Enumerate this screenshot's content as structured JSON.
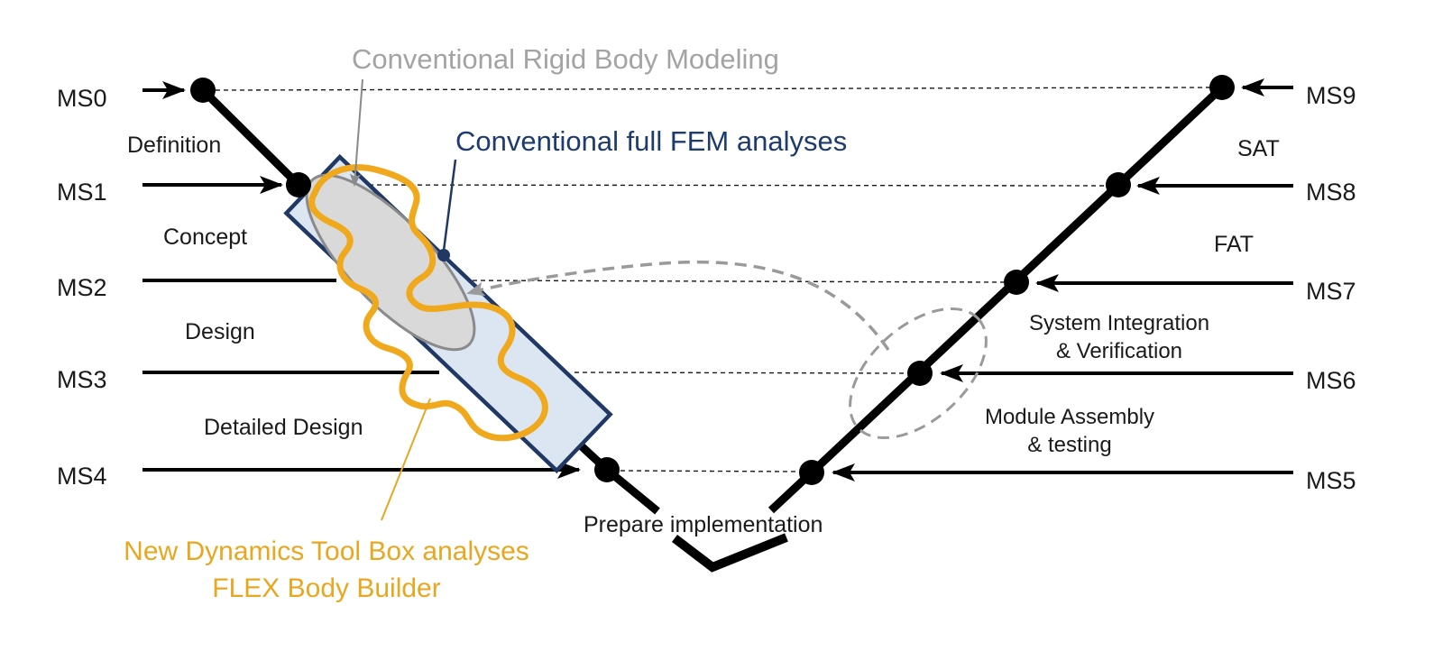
{
  "titles": {
    "rigid_body": "Conventional Rigid Body Modeling",
    "fem": "Conventional full FEM analyses",
    "toolbox_line1": "New Dynamics Tool Box analyses",
    "toolbox_line2": "FLEX Body Builder"
  },
  "milestones": {
    "ms0": "MS0",
    "ms1": "MS1",
    "ms2": "MS2",
    "ms3": "MS3",
    "ms4": "MS4",
    "ms5": "MS5",
    "ms6": "MS6",
    "ms7": "MS7",
    "ms8": "MS8",
    "ms9": "MS9"
  },
  "phases": {
    "definition": "Definition",
    "concept": "Concept",
    "design": "Design",
    "detailed_design": "Detailed Design",
    "prepare": "Prepare implementation",
    "module_assembly_line1": "Module Assembly",
    "module_assembly_line2": "& testing",
    "system_integration_line1": "System Integration",
    "system_integration_line2": "& Verification",
    "fat": "FAT",
    "sat": "SAT"
  },
  "colors": {
    "accent_orange": "#F0A81C",
    "orange_text": "#E9A61F",
    "navy": "#1F3864",
    "navy_text": "#1D3B6E",
    "title_gray": "#A3A3A3",
    "rect_fill": "#DCE6F2",
    "ellipse_fill": "#D9D9D9",
    "ellipse_stroke": "#8A8A8A",
    "dashed_gray": "#9A9A9A",
    "line_black": "#000000"
  }
}
